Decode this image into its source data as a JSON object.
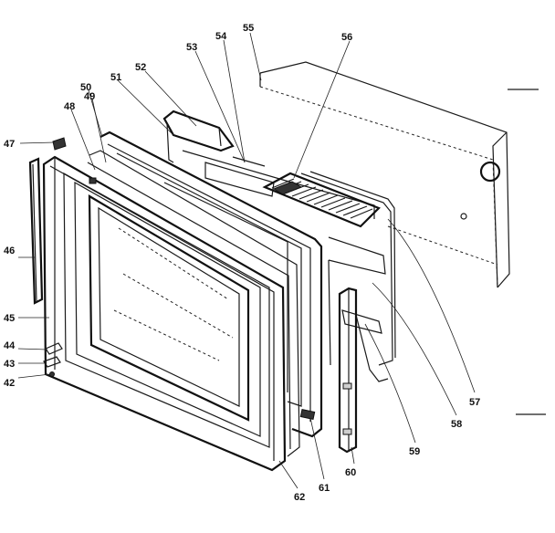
{
  "labels": {
    "p42": "42",
    "p43": "43",
    "p44": "44",
    "p45": "45",
    "p46": "46",
    "p47": "47",
    "p48": "48",
    "p49": "49",
    "p50": "50",
    "p51": "51",
    "p52": "52",
    "p53": "53",
    "p54": "54",
    "p55": "55",
    "p56": "56",
    "p57": "57",
    "p58": "58",
    "p59": "59",
    "p60": "60",
    "p61": "61",
    "p62": "62"
  }
}
